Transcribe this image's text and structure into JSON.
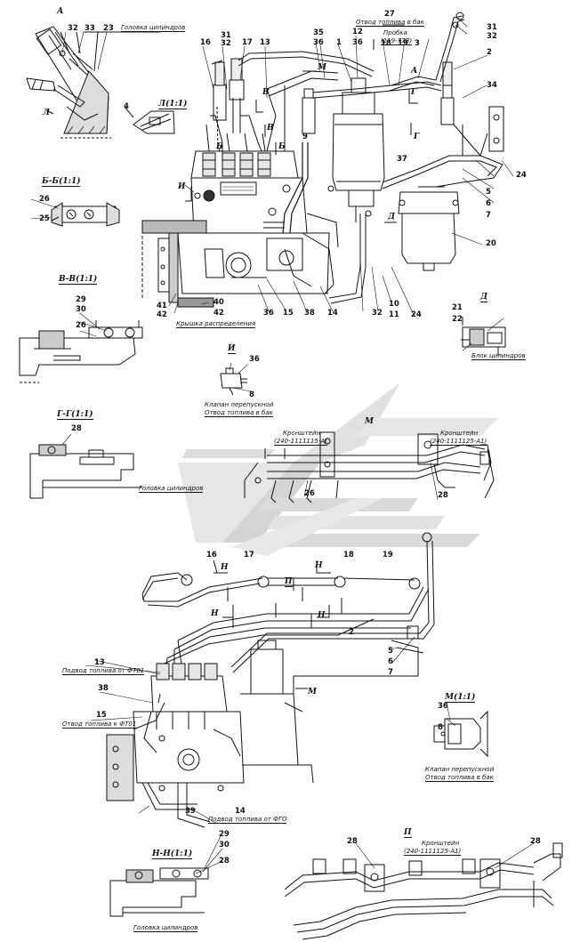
{
  "views": {
    "A": "А",
    "L": "Л(1:1)",
    "BB": "Б-Б(1:1)",
    "VV": "В-В(1:1)",
    "GG": "Г-Г(1:1)",
    "D": "Д",
    "I": "И",
    "P": "П",
    "M": "М(1:1)",
    "NN": "Н-Н(1:1)"
  },
  "letters": {
    "L": "Л",
    "B": "Б",
    "V": "В",
    "G": "Г",
    "D": "Д",
    "I": "И",
    "M": "М",
    "N": "Н",
    "P": "П"
  },
  "labels": {
    "cyl_head": "Головка цилиндров",
    "fuel_return_tank": "Отвод топлива в бак",
    "plug": "Пробка",
    "plug_ref": "(119-77В)",
    "timing_cover": "Крышка распределения",
    "cyl_block": "Блок цилиндров",
    "bypass_valve": "Клапан перепускной",
    "bracket": "Кронштейн",
    "bracket_ref1": "(240-1111115-А)",
    "bracket_ref2": "(240-1111125-А1)",
    "supply_ft01": "Подвод топлива от ФТ01",
    "return_ft01": "Отвод топлива к ФТ01",
    "supply_fgo": "Подвод топлива от ФГО"
  },
  "numbers": [
    "1",
    "2",
    "3",
    "4",
    "5",
    "6",
    "7",
    "8",
    "9",
    "10",
    "11",
    "12",
    "13",
    "14",
    "15",
    "16",
    "17",
    "18",
    "19",
    "20",
    "21",
    "22",
    "23",
    "24",
    "25",
    "26",
    "27",
    "28",
    "29",
    "30",
    "31",
    "32",
    "33",
    "34",
    "35",
    "36",
    "37",
    "38",
    "39",
    "40",
    "41",
    "42"
  ],
  "colors": {
    "line": "#111111",
    "watermark_light": "#e4e4e4",
    "watermark_dark": "#cfcfcf"
  }
}
